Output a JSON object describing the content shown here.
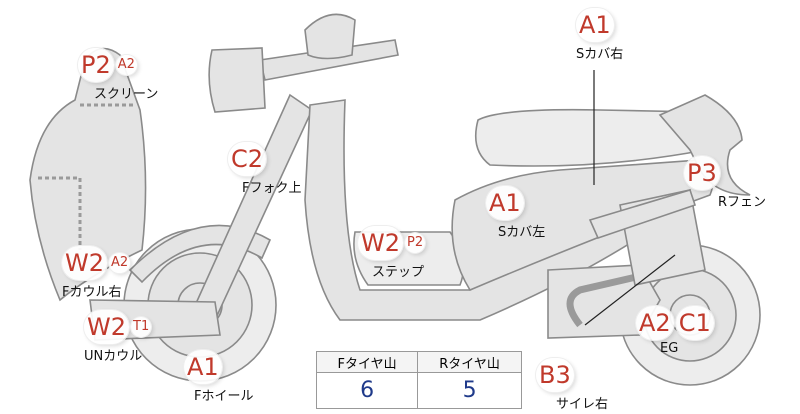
{
  "colors": {
    "grade": "#c0392b",
    "value": "#1f3a8a",
    "body": "#e4e4e4",
    "outline": "#8a8a8a"
  },
  "labels": [
    {
      "id": "scover-right",
      "grades": [
        "A1"
      ],
      "part": "Sカバ右"
    },
    {
      "id": "screen",
      "grades": [
        "P2",
        "A2"
      ],
      "part": "スクリーン"
    },
    {
      "id": "ffork-upper",
      "grades": [
        "C2"
      ],
      "part": "Fフォク上"
    },
    {
      "id": "rfender",
      "grades": [
        "P3"
      ],
      "part": "Rフェン"
    },
    {
      "id": "scover-left",
      "grades": [
        "A1"
      ],
      "part": "Sカバ左"
    },
    {
      "id": "step",
      "grades": [
        "W2",
        "P2"
      ],
      "part": "ステップ"
    },
    {
      "id": "fcowl-right",
      "grades": [
        "W2",
        "A2"
      ],
      "part": "Fカウル右"
    },
    {
      "id": "un-cowl",
      "grades": [
        "W2",
        "T1"
      ],
      "part": "UNカウル"
    },
    {
      "id": "engine",
      "grades": [
        "A2",
        "C1"
      ],
      "part": "EG"
    },
    {
      "id": "fwheel",
      "grades": [
        "A1"
      ],
      "part": "Fホイール"
    },
    {
      "id": "muffler-right",
      "grades": [
        "B3"
      ],
      "part": "サイレ右"
    }
  ],
  "tire_table": {
    "headers": [
      "Fタイヤ山",
      "Rタイヤ山"
    ],
    "values": [
      "6",
      "5"
    ]
  }
}
